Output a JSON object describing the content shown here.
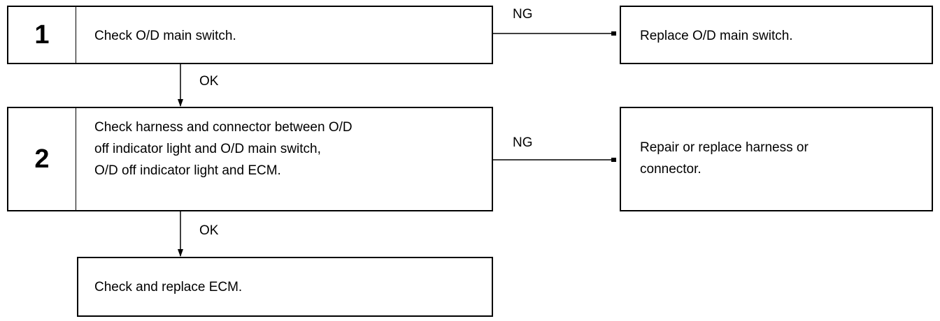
{
  "steps": [
    {
      "number": "1",
      "text": "Check O/D main switch."
    },
    {
      "number": "2",
      "text": "Check harness and connector between O/D\noff indicator light and O/D main switch,\nO/D off indicator light and ECM."
    }
  ],
  "results": [
    {
      "text": "Replace O/D main switch."
    },
    {
      "text": "Repair or replace harness or\nconnector."
    }
  ],
  "final": {
    "text": "Check and replace ECM."
  },
  "labels": {
    "ng_1": "NG",
    "ok_1": "OK",
    "ng_2": "NG",
    "ok_2": "OK"
  }
}
